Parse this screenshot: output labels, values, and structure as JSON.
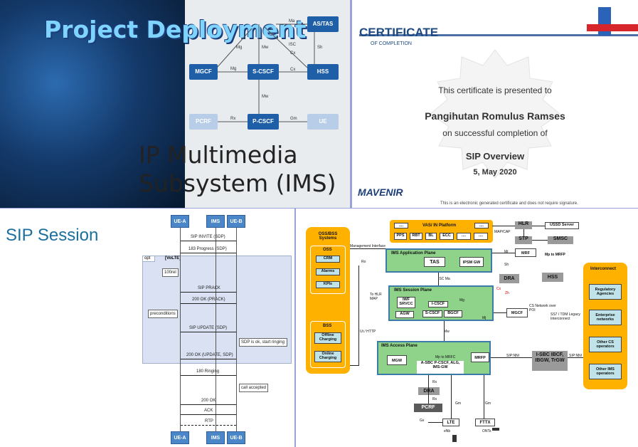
{
  "panel1": {
    "title": "Project Deployment",
    "subtitle_line1": "IP Multimedia",
    "subtitle_line2": "Subsystem (IMS)",
    "boxes": [
      "AS/TAS",
      "MGCF",
      "S-CSCF",
      "HSS",
      "PCRF",
      "P-CSCF",
      "UE"
    ],
    "links": [
      "Ma",
      "Mg",
      "Mw",
      "ISC",
      "Sh",
      "Mg",
      "Cx",
      "Cx",
      "Mw",
      "Rx",
      "Gm"
    ]
  },
  "panel2": {
    "heading": "CERTIFICATE",
    "subheading": "OF COMPLETION",
    "presented": "This certificate is presented to",
    "name": "Pangihutan Romulus Ramses",
    "completion": "on successful completion of",
    "course": "SIP Overview",
    "date": "5, May 2020",
    "brand": "MAVENIR",
    "footer": "This is an electronic generated certificate and does not require signature."
  },
  "panel3": {
    "title": "SIP Session",
    "nodes": [
      "UE-A",
      "IMS",
      "UE-B"
    ],
    "opt": "opt",
    "volte": "[VoLTE]",
    "messages": [
      "SIP INVITE (SDP)",
      "183 Progress (SDP)",
      "SIP PRACK",
      "200 OK (PRACK)",
      "SIP UPDATE (SDP)",
      "200 OK (UPDATE, SDP)",
      "180 Ringing",
      "200 OK",
      "ACK",
      "RTP"
    ],
    "notes": [
      "100rel",
      "preconditions",
      "SDP is ok, start ringing",
      "call accepted"
    ]
  },
  "panel4": {
    "oss_bss": "OSS/BSS Systems",
    "oss": "OSS",
    "oss_items": [
      "CRM",
      "Alarms",
      "KPIs"
    ],
    "bss": "BSS",
    "bss_items": [
      "Offline Charging",
      "Online Charging"
    ],
    "vas": "VAS/ IN Platform",
    "vas_items": [
      "PPS",
      "RBT",
      "BL",
      "ECC",
      "....",
      "....",
      "....",
      "...."
    ],
    "hlr": "HLR",
    "ussd": "USSD Server",
    "stp": "STP",
    "smsc": "SMSC",
    "map_cap": "MAP/CAP",
    "mgmt": "Management Interface",
    "ro": "Ro",
    "sh": "Sh",
    "mr": "Mr",
    "mrf": "MRF",
    "mp_mrfp": "Mp to MRFP",
    "app_plane": "IMS Application Plane",
    "tas": "TAS",
    "ipsm": "IPSM GW",
    "isc_ma": "ISC Ma",
    "dra": "DRA",
    "hss": "HSS",
    "cx": "Cx",
    "zh": "Zh",
    "session_plane": "IMS Session Plane",
    "to_hlr": "To HLR MAP",
    "iwf": "IWF SRVCC",
    "icscf": "I-CSCF",
    "scscf": "S-CSCF",
    "bgcf": "BGCF",
    "agw": "AGW",
    "mg": "Mg",
    "mj": "Mj",
    "mgcf": "MGCF",
    "cs_network": "CS Network over POI",
    "ss7": "SS7 / TDM Legacy Interconnect",
    "ut": "Ut / HTTP",
    "mw": "Mw",
    "access_plane": "IMS Access Plane",
    "mgw": "MGW",
    "mp_mrfc": "Mp to MRFC",
    "mrfp": "MRFP",
    "asbc": "A-SBC P-CSCF, ALG, IMS-GW",
    "sip_nni": "SIP:NNI",
    "isbc": "I-SBC IBCF, IBGW, TrGW",
    "rx": "Rx",
    "rx2": "Rx",
    "gm": "Gm",
    "gm2": "Gm",
    "gx": "Gx",
    "dra2": "DRA",
    "pcrf": "PCRF",
    "lte": "LTE",
    "fttx": "FTTX",
    "enb": "eNb",
    "ont": "ONTs",
    "interconnect": "Interconnect",
    "ic_items": [
      "Regulatory Agencies",
      "Enterprise networks",
      "Other CS operators",
      "Other IMS operators"
    ]
  }
}
